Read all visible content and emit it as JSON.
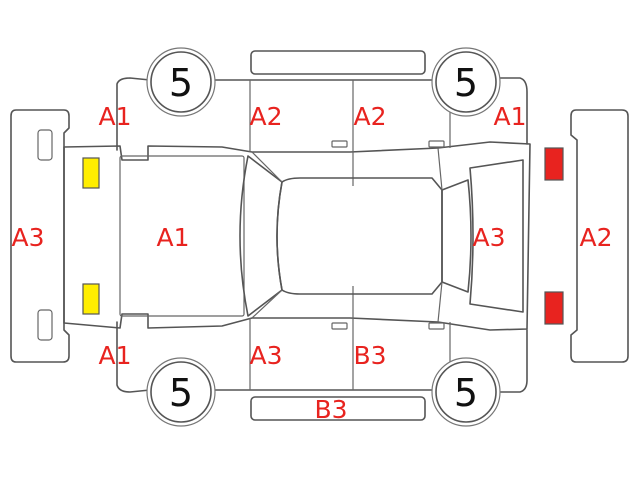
{
  "colors": {
    "outline": "#555555",
    "damage_code": "#e8231f",
    "front_light": "#ffee00",
    "rear_light": "#e8231f",
    "background": "#ffffff"
  },
  "wheels": {
    "front_left": "5",
    "front_right": "5",
    "rear_left": "5",
    "rear_right": "5"
  },
  "damage_codes": {
    "front_fender_top": "A1",
    "front_door_top": "A2",
    "rear_door_top": "A2",
    "rear_fender_top": "A1",
    "front_bumper": "A3",
    "hood": "A1",
    "trunk": "A3",
    "rear_bumper": "A2",
    "front_fender_bottom": "A1",
    "front_door_bottom": "A3",
    "rear_door_bottom": "B3",
    "bottom_sill": "B3"
  },
  "icons": {
    "front_left_light": "front-light-icon",
    "front_right_light": "front-light-icon",
    "rear_left_light": "rear-light-icon",
    "rear_right_light": "rear-light-icon"
  }
}
